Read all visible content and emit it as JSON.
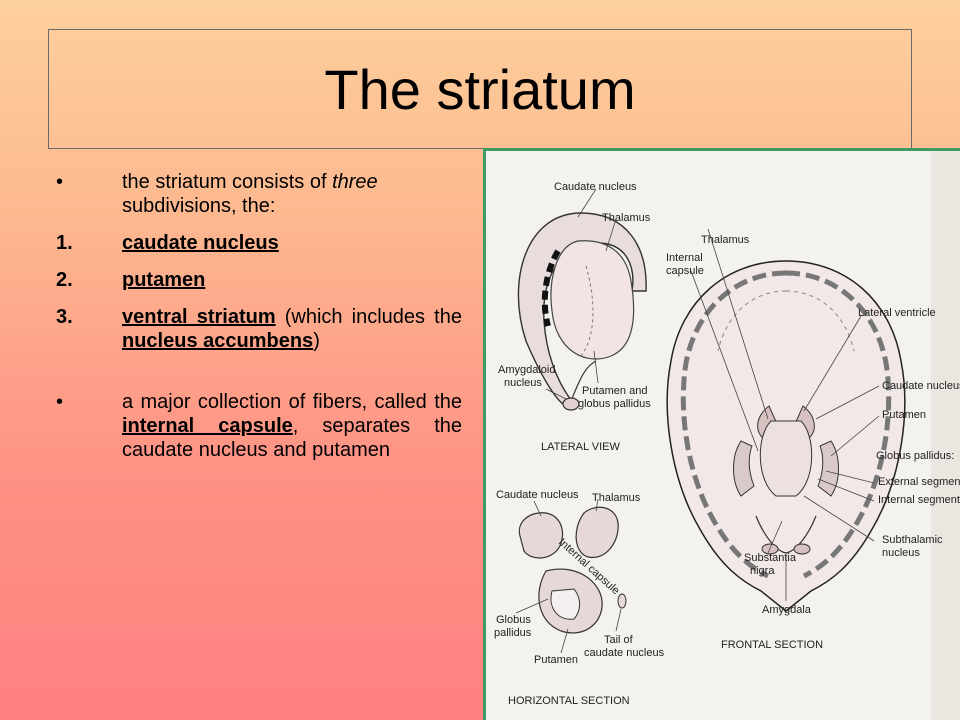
{
  "slide": {
    "title": "The striatum",
    "intro": {
      "bullet": "•",
      "part1": "the striatum consists of ",
      "emph": "three",
      "part2": " subdivisions, the:"
    },
    "items": [
      {
        "num": "1.",
        "label": "caudate nucleus"
      },
      {
        "num": "2.",
        "label": "putamen"
      },
      {
        "num": "3.",
        "label": "ventral striatum",
        "rest_a": " (which includes the ",
        "link": "nucleus accumbens",
        "rest_b": ")"
      }
    ],
    "fibers": {
      "bullet": "•",
      "part1": "a major collection of fibers, called the ",
      "link": "internal capsule",
      "part2": ", separates the caudate nucleus and putamen"
    }
  },
  "figure": {
    "lateral": {
      "caudate_nucleus": "Caudate nucleus",
      "thalamus": "Thalamus",
      "amygdaloid_1": "Amygdaloid",
      "amygdaloid_2": "nucleus",
      "putamen_1": "Putamen and",
      "putamen_2": "globus pallidus",
      "section": "LATERAL VIEW"
    },
    "frontal": {
      "thalamus": "Thalamus",
      "internal_1": "Internal",
      "internal_2": "capsule",
      "lateral_ventricle": "Lateral ventricle",
      "caudate_nucleus": "Caudate nucleus",
      "putamen": "Putamen",
      "globus": "Globus pallidus:",
      "external": "External segment",
      "internal_seg": "Internal segment",
      "subthalamic_1": "Subthalamic",
      "subthalamic_2": "nucleus",
      "substantia_1": "Substantia",
      "substantia_2": "nigra",
      "amygdala": "Amygdala",
      "section": "FRONTAL SECTION"
    },
    "horizontal": {
      "caudate_nucleus": "Caudate nucleus",
      "thalamus": "Thalamus",
      "internal_capsule": "Internal capsule",
      "globus_1": "Globus",
      "globus_2": "pallidus",
      "putamen": "Putamen",
      "tail_1": "Tail of",
      "tail_2": "caudate nucleus",
      "section": "HORIZONTAL SECTION"
    }
  },
  "colors": {
    "bg_top": "#fdd09c",
    "bg_bottom": "#ff8080",
    "figure_border": "#3f9b64"
  }
}
